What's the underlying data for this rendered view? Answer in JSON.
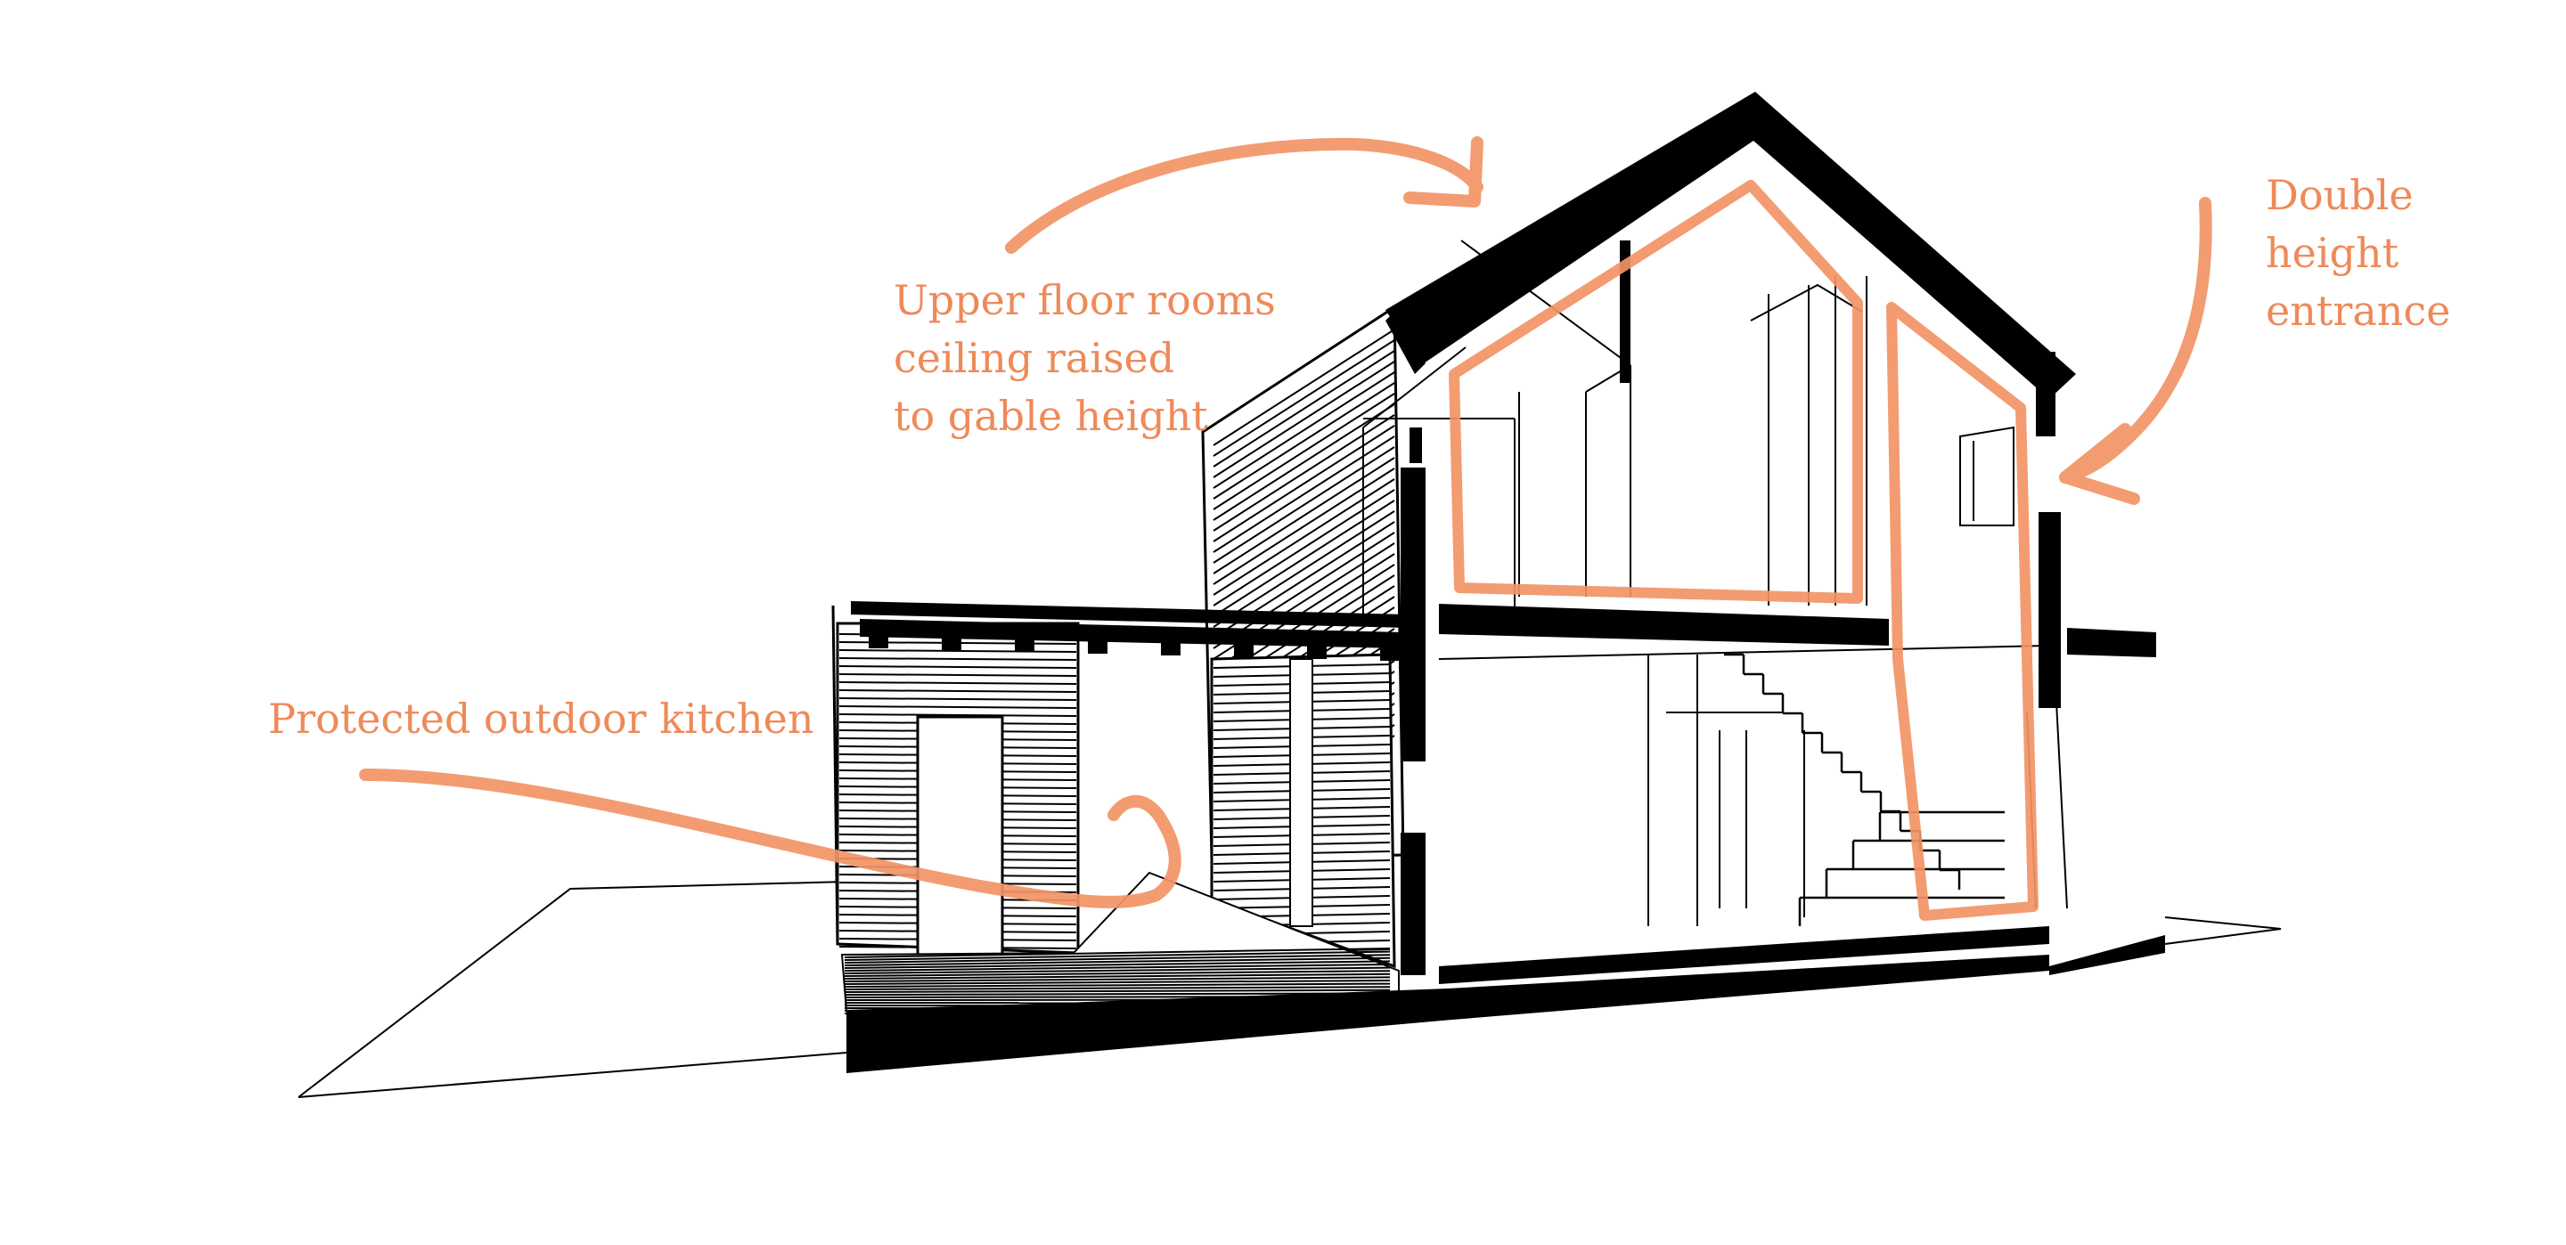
{
  "annotations": {
    "upper_floor": {
      "line1": "Upper floor rooms",
      "line2": "ceiling raised",
      "line3": "to gable height"
    },
    "entrance": {
      "line1": "Double",
      "line2": "height",
      "line3": "entrance"
    },
    "kitchen": {
      "line1": "Protected outdoor kitchen"
    }
  },
  "colors": {
    "annotation": "#ee8a59",
    "linework": "#000000",
    "background": "#ffffff"
  }
}
